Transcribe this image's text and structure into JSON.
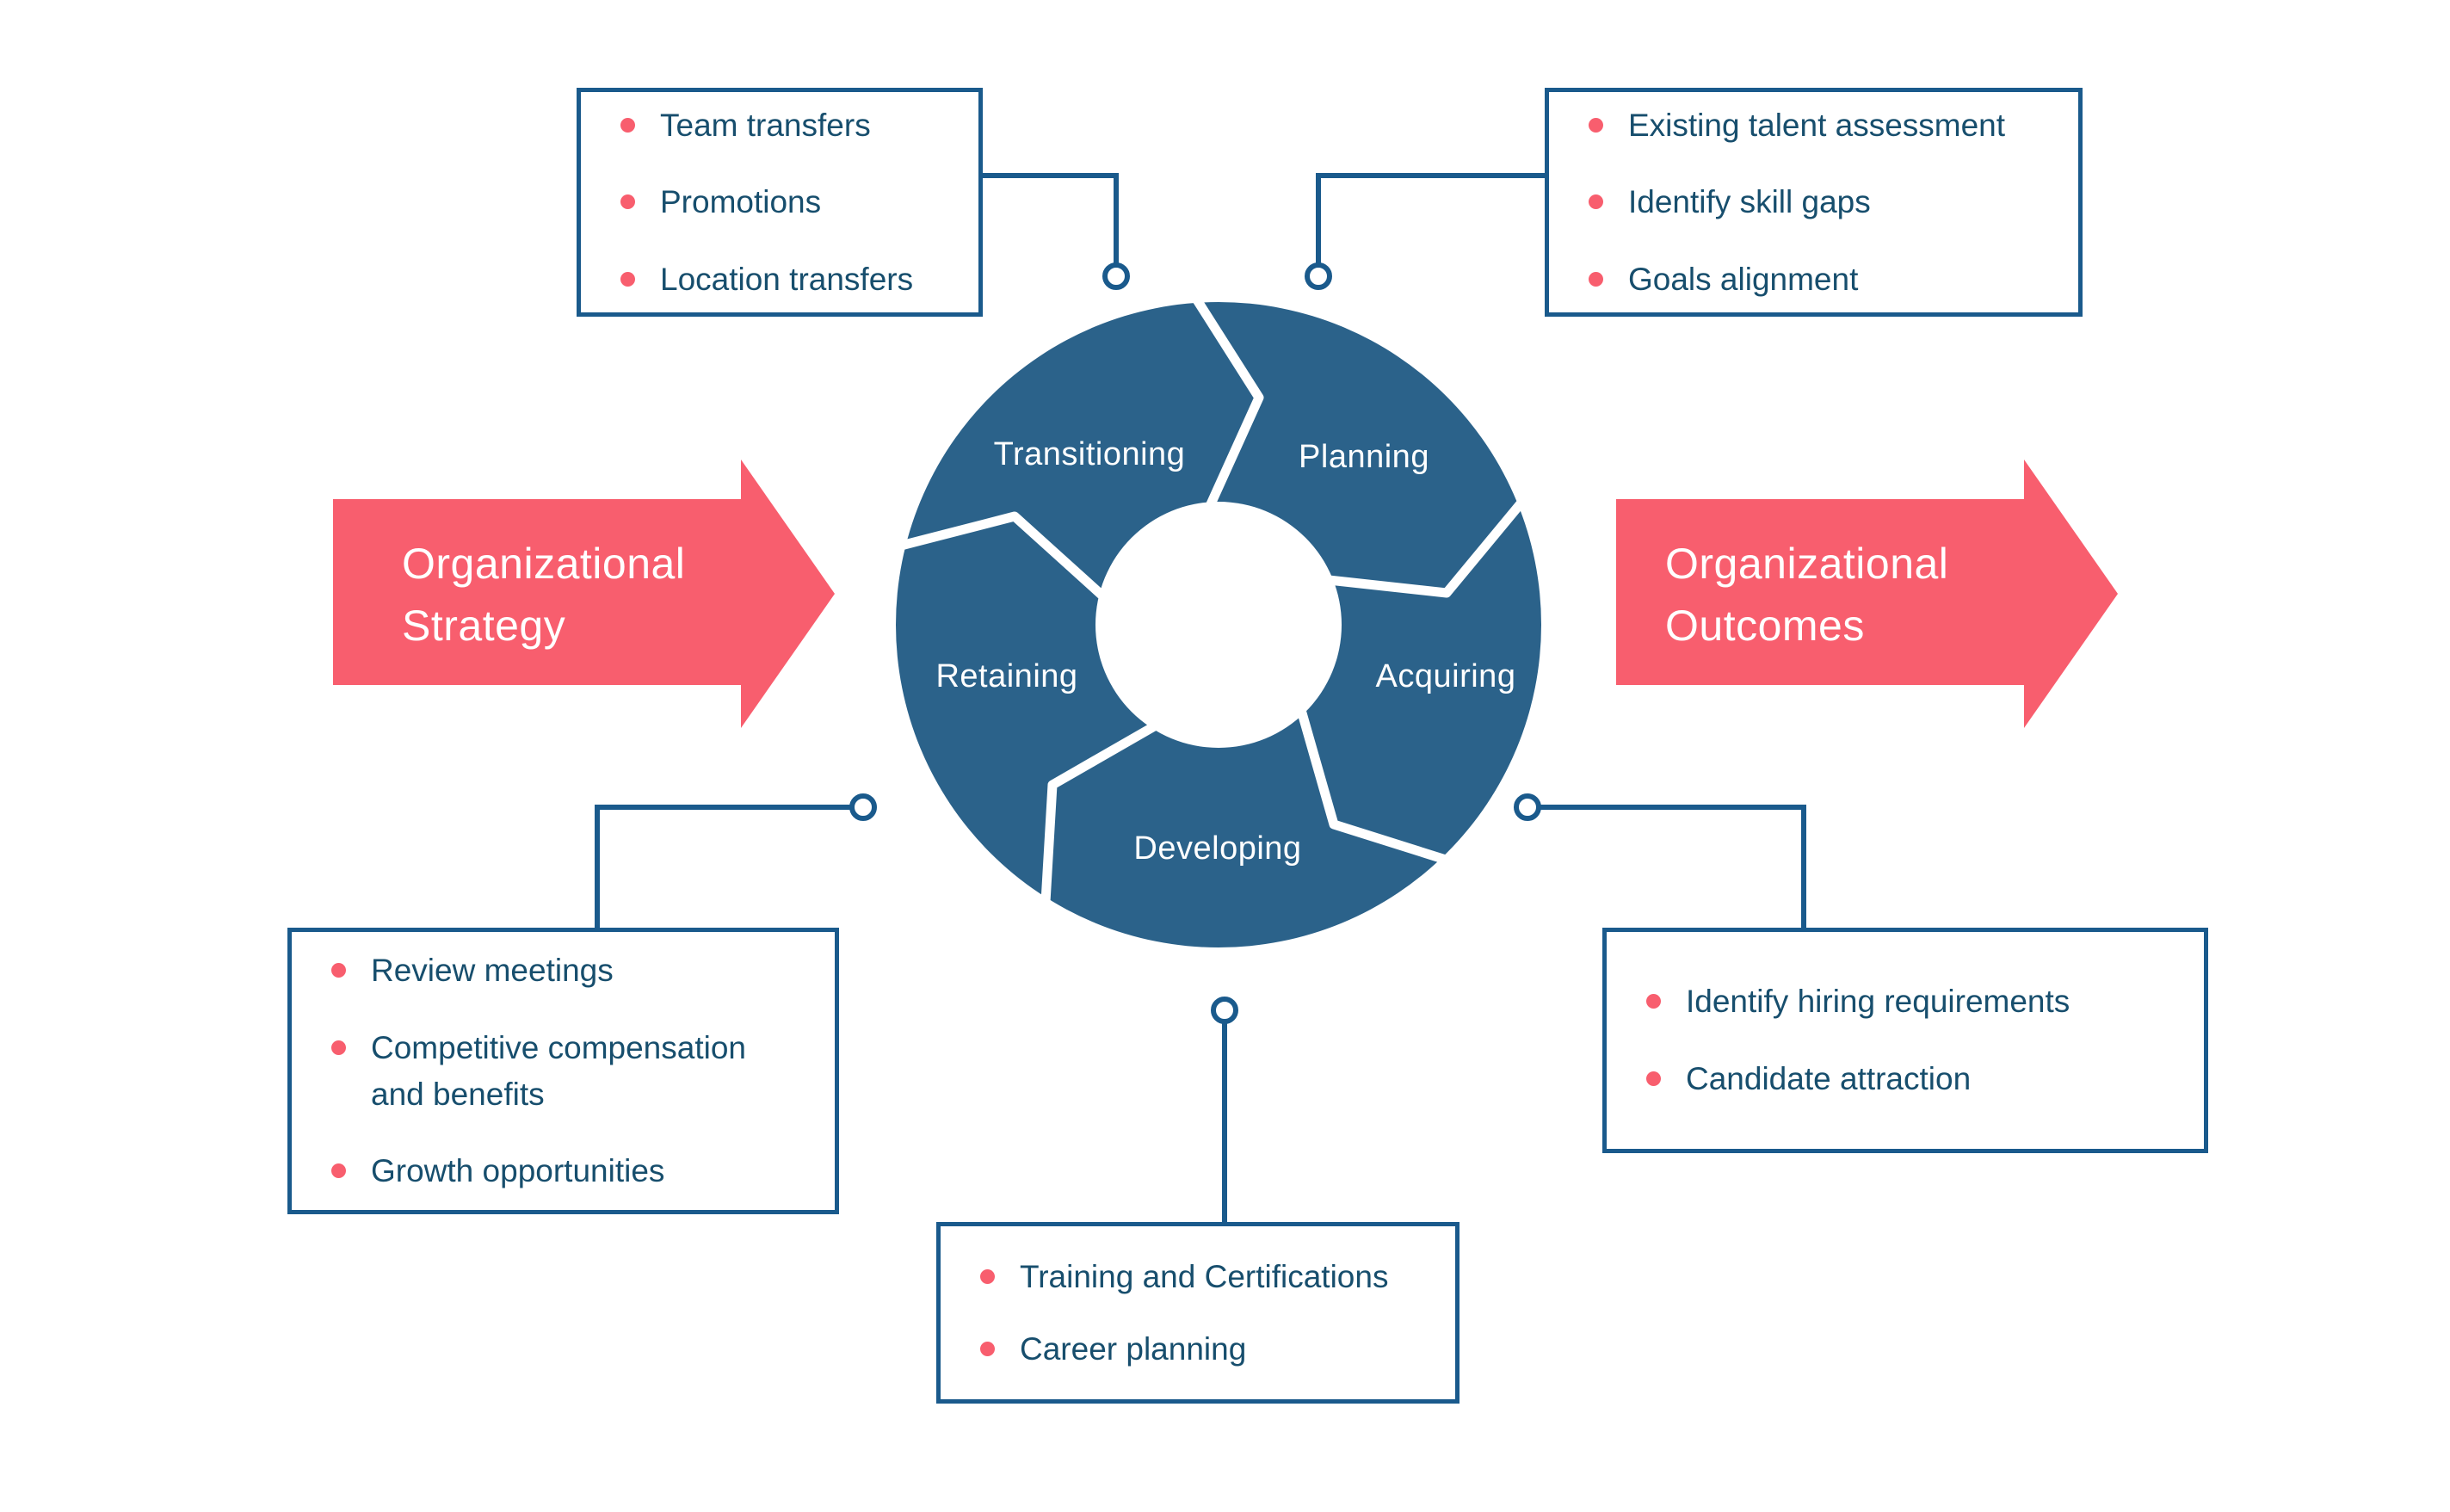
{
  "colors": {
    "donut_blue": "#2b628a",
    "line_blue": "#1a5a8c",
    "text_navy": "#174e6d",
    "accent_pink": "#f85e6e",
    "label_white": "#ffffff",
    "background": "#ffffff"
  },
  "arrows": {
    "left": {
      "line1": "Organizational",
      "line2": "Strategy"
    },
    "right": {
      "line1": "Organizational",
      "line2": "Outcomes"
    }
  },
  "cycle": {
    "segments": [
      {
        "label": "Planning"
      },
      {
        "label": "Acquiring"
      },
      {
        "label": "Developing"
      },
      {
        "label": "Retaining"
      },
      {
        "label": "Transitioning"
      }
    ]
  },
  "callouts": {
    "top_left": {
      "items": [
        "Team transfers",
        "Promotions",
        "Location transfers"
      ]
    },
    "top_right": {
      "items": [
        "Existing talent assessment",
        "Identify skill gaps",
        "Goals alignment"
      ]
    },
    "bottom_left": {
      "items": [
        "Review meetings",
        "Competitive compensation and benefits",
        "Growth opportunities"
      ]
    },
    "bottom_right": {
      "items": [
        "Identify hiring requirements",
        "Candidate attraction"
      ]
    },
    "bottom_center": {
      "items": [
        "Training and Certifications",
        "Career planning"
      ]
    }
  }
}
